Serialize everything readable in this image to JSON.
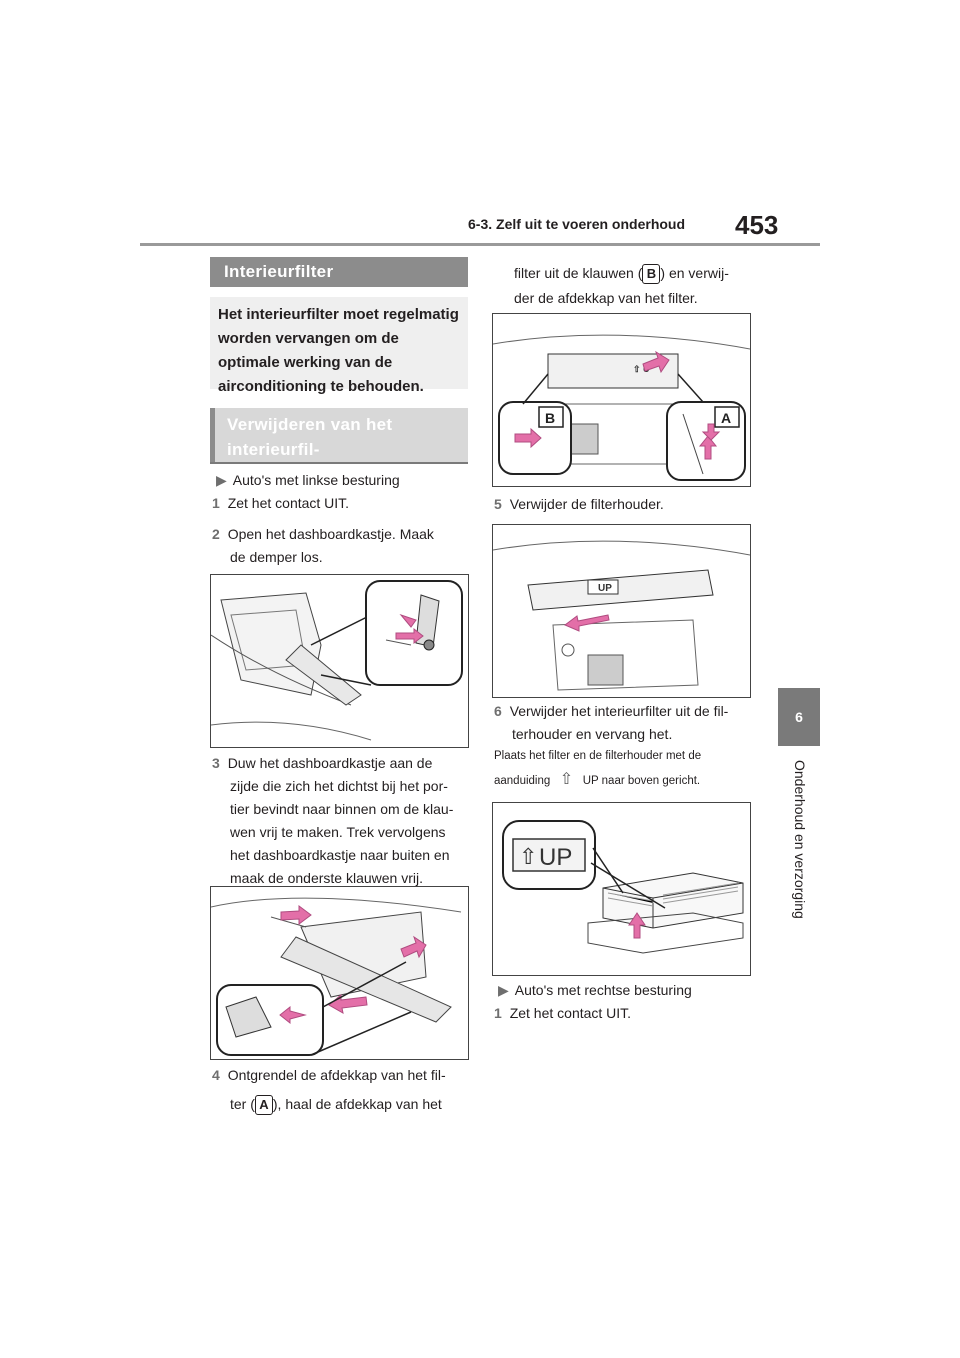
{
  "header": {
    "section": "6-3. Zelf uit te voeren onderhoud",
    "page_number": "453"
  },
  "side_tab": {
    "chapter": "6",
    "title": "Onderhoud en verzorging"
  },
  "main_box": {
    "title": "Interieurfilter",
    "intro": "Het interieurfilter moet regelmatig worden vervangen om de optimale werking van de airconditioning te behouden."
  },
  "subsection": {
    "title_line1": "Verwijderen van het interieurfil-",
    "title_line2": "ter"
  },
  "left_column": {
    "lhd_label": "Auto's met linkse besturing",
    "step1": {
      "num": "1",
      "text": "Zet het contact UIT."
    },
    "step2": {
      "num": "2",
      "line1": "Open het dashboardkastje. Maak",
      "line2": "de demper los."
    },
    "step3": {
      "num": "3",
      "lines": [
        "Duw het dashboardkastje aan de",
        "zijde die zich het dichtst bij het por-",
        "tier bevindt naar binnen om de klau-",
        "wen vrij te maken. Trek vervolgens",
        "het dashboardkastje naar buiten en",
        "maak de onderste klauwen vrij."
      ]
    },
    "step4": {
      "num": "4",
      "line1": "Ontgrendel de afdekkap van het fil-",
      "line2_a": "ter (",
      "key": "A",
      "line2_b": "), haal de afdekkap van het"
    }
  },
  "right_column": {
    "step4_cont": {
      "line1_a": "filter uit de klauwen (",
      "key": "B",
      "line1_b": ") en verwij-",
      "line2": "der de afdekkap van het filter."
    },
    "fig4_labels": {
      "a": "A",
      "b": "B"
    },
    "step5": {
      "num": "5",
      "text": "Verwijder de filterhouder."
    },
    "step6": {
      "num": "6",
      "line1": "Verwijder het interieurfilter uit de fil-",
      "line2": "terhouder en vervang het."
    },
    "note_line1": "Plaats het filter en de filterhouder met de",
    "note_line2_a": "aanduiding",
    "note_line2_b": "UP naar boven gericht.",
    "up_label": "UP",
    "rhd_label": "Auto's met rechtse besturing",
    "rhd_step1": {
      "num": "1",
      "text": "Zet het contact UIT."
    }
  },
  "colors": {
    "arrow_pink": "#e36fa8",
    "header_gray": "#8c8c8c"
  }
}
